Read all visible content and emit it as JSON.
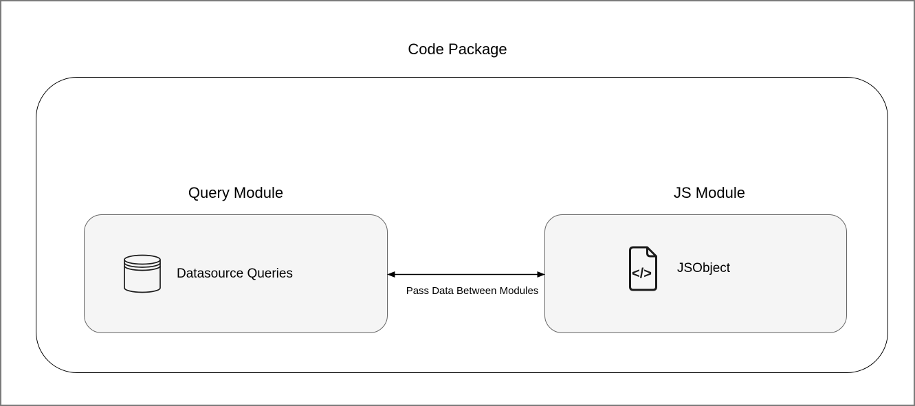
{
  "diagram": {
    "title": "Code Package",
    "query_module": {
      "label": "Query Module",
      "item": "Datasource Queries",
      "icon": "database-icon"
    },
    "js_module": {
      "label": "JS Module",
      "item": "JSObject",
      "icon": "code-file-icon",
      "icon_glyph": "</>"
    },
    "connection": {
      "label": "Pass Data Between Modules",
      "type": "bidirectional-arrow"
    },
    "colors": {
      "page_background": "#ffffff",
      "page_border": "#7a7a7a",
      "container_stroke": "#000000",
      "module_fill": "#f5f5f5",
      "module_stroke": "#666666",
      "icon_stroke": "#1a1a1a",
      "arrow": "#000000",
      "text": "#000000"
    }
  }
}
